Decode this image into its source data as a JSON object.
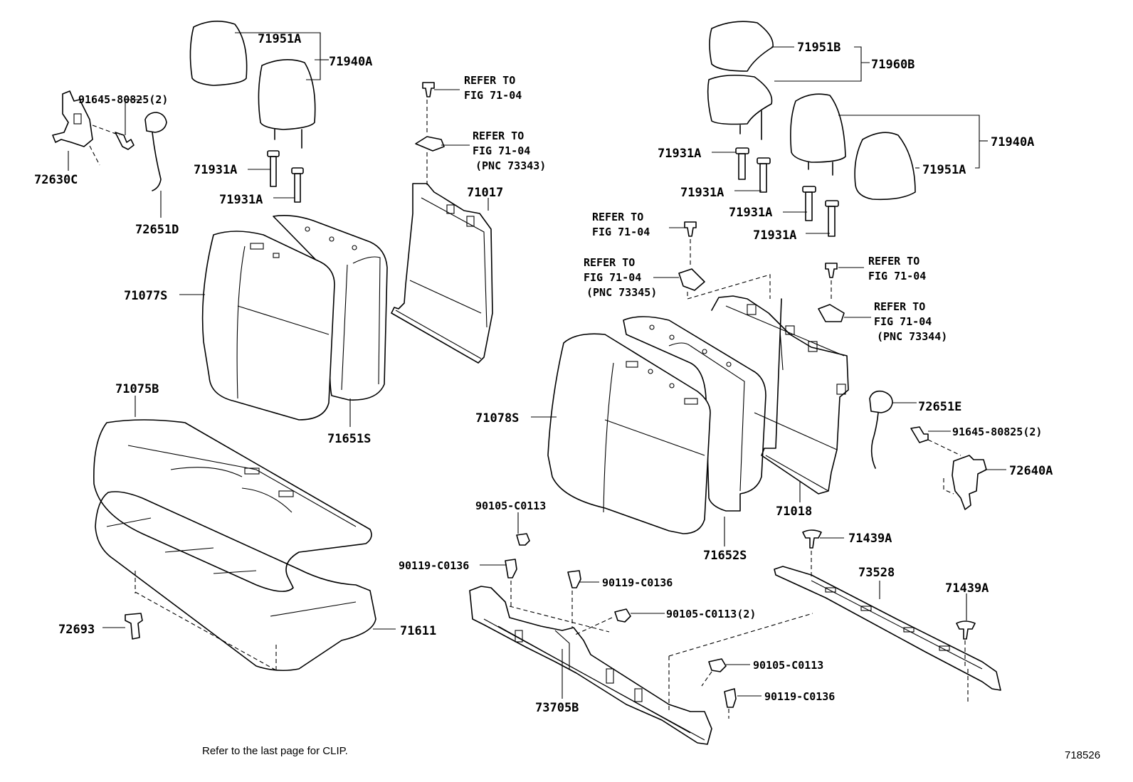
{
  "labels": {
    "p71951A_l": "71951A",
    "p71940A_l": "71940A",
    "p91645_l": "91645-80825(2)",
    "p72630C": "72630C",
    "p72651D": "72651D",
    "p71931A_1": "71931A",
    "p71931A_2": "71931A",
    "p71077S": "71077S",
    "p71651S": "71651S",
    "p71017": "71017",
    "p71075B": "71075B",
    "p72693": "72693",
    "p71611": "71611",
    "p71951B": "71951B",
    "p71960B": "71960B",
    "p71940A_r": "71940A",
    "p71951A_r": "71951A",
    "p71931A_3": "71931A",
    "p71931A_4": "71931A",
    "p71931A_5": "71931A",
    "p71931A_6": "71931A",
    "p71078S": "71078S",
    "p71652S": "71652S",
    "p71018": "71018",
    "p72651E": "72651E",
    "p91645_r": "91645-80825(2)",
    "p72640A": "72640A",
    "p71439A_1": "71439A",
    "p71439A_2": "71439A",
    "p73528": "73528",
    "p90105_1": "90105-C0113",
    "p90119_1": "90119-C0136",
    "p90119_2": "90119-C0136",
    "p90105_2": "90105-C0113(2)",
    "p90105_3": "90105-C0113",
    "p90119_3": "90119-C0136",
    "p73705B": "73705B"
  },
  "refs": {
    "r1": [
      "REFER TO",
      "FIG 71-04"
    ],
    "r2": [
      "REFER TO",
      "FIG 71-04",
      "(PNC 73343)"
    ],
    "r3": [
      "REFER TO",
      "FIG 71-04"
    ],
    "r4": [
      "REFER TO",
      "FIG 71-04",
      "(PNC 73345)"
    ],
    "r5": [
      "REFER TO",
      "FIG 71-04"
    ],
    "r6": [
      "REFER TO",
      "FIG 71-04",
      "(PNC 73344)"
    ]
  },
  "footer_note": "Refer to the last page for CLIP.",
  "figure_id": "718526"
}
